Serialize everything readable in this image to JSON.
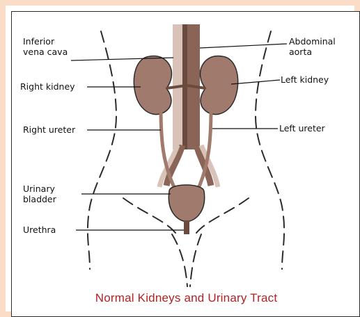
{
  "colors": {
    "frame": "#fbdcc6",
    "organ": "#a07a6c",
    "organ_dark": "#6b4a40",
    "vessel_light": "#d9c3b8",
    "outline": "#2b2b2b",
    "caption": "#b22222"
  },
  "labels": {
    "inferior_vena_cava": "Inferior\nvena cava",
    "abdominal_aorta": "Abdominal\naorta",
    "right_kidney": "Right kidney",
    "left_kidney": "Left kidney",
    "right_ureter": "Right ureter",
    "left_ureter": "Left ureter",
    "urinary_bladder": "Urinary\nbladder",
    "urethra": "Urethra"
  },
  "caption": "Normal Kidneys and Urinary Tract"
}
